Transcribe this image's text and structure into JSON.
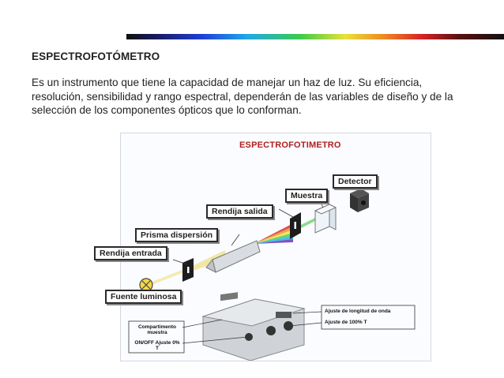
{
  "slide": {
    "title": "ESPECTROFOTÓMETRO",
    "paragraph": "Es un instrumento que tiene la capacidad de manejar un haz de luz. Su eficiencia, resolución, sensibilidad y rango espectral, dependerán de las variables de diseño y de la selección de los componentes ópticos que lo conforman."
  },
  "diagram": {
    "title": "ESPECTROFOTIMETRO",
    "labels": {
      "detector": "Detector",
      "muestra": "Muestra",
      "rendija_salida": "Rendija salida",
      "prisma": "Prisma dispersión",
      "rendija_entrada": "Rendija entrada",
      "fuente": "Fuente luminosa"
    },
    "instrument_callouts": {
      "compartimento": "Compartimento muestra",
      "onoff": "ON/OFF Ajuste 0% T",
      "longitud": "Ajuste de longitud de onda",
      "ajuste100": "Ajuste de 100% T"
    }
  },
  "colors": {
    "accent_title": "#b02020",
    "rainbow": [
      "#1f3fd8",
      "#21a8e8",
      "#3ccb4a",
      "#e8e23a",
      "#ef8a22",
      "#d8242a"
    ]
  }
}
